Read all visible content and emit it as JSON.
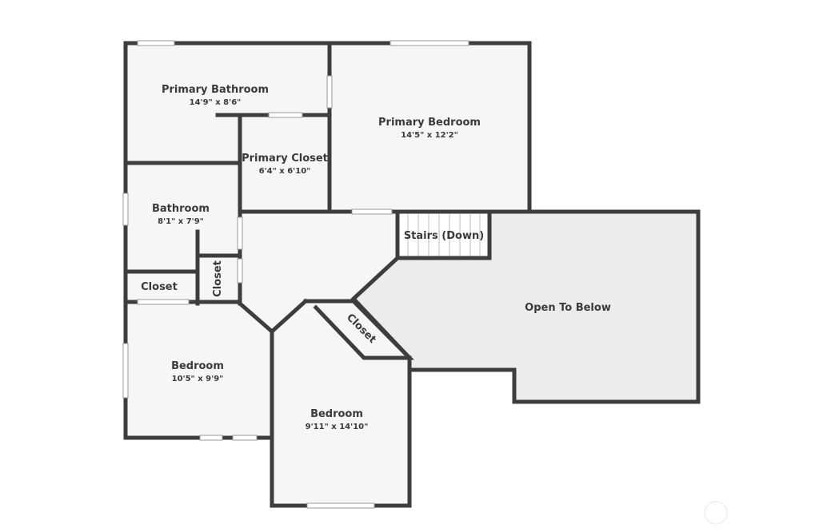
{
  "rooms": {
    "primary_bathroom": {
      "name": "Primary Bathroom",
      "dims": "14'9\" x 8'6\""
    },
    "primary_bedroom": {
      "name": "Primary Bedroom",
      "dims": "14'5\" x 12'2\""
    },
    "primary_closet": {
      "name": "Primary Closet",
      "dims": "6'4\" x 6'10\""
    },
    "bathroom": {
      "name": "Bathroom",
      "dims": "8'1\" x 7'9\""
    },
    "stairs": {
      "name": "Stairs (Down)"
    },
    "closet_left": {
      "name": "Closet"
    },
    "closet_small": {
      "name": "Closet"
    },
    "closet_diag": {
      "name": "Closet"
    },
    "open_to_below": {
      "name": "Open To Below"
    },
    "bedroom_left": {
      "name": "Bedroom",
      "dims": "10'5\" x 9'9\""
    },
    "bedroom_center": {
      "name": "Bedroom",
      "dims": "9'11\" x 14'10\""
    }
  },
  "colors": {
    "wall": "#3d3d3d",
    "floor": "#f5f5f5",
    "open_area": "#ececec",
    "text": "#3a3a3a"
  }
}
